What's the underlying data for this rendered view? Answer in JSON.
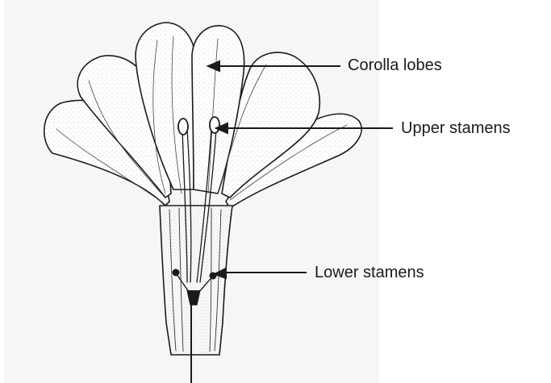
{
  "labels": {
    "corolla_lobes": "Corolla lobes",
    "upper_stamens": "Upper stamens",
    "lower_stamens": "Lower stamens"
  },
  "colors": {
    "ink": "#1a1a1a",
    "paper": "#ffffff",
    "sheet_tint": "#f4f4f4"
  }
}
